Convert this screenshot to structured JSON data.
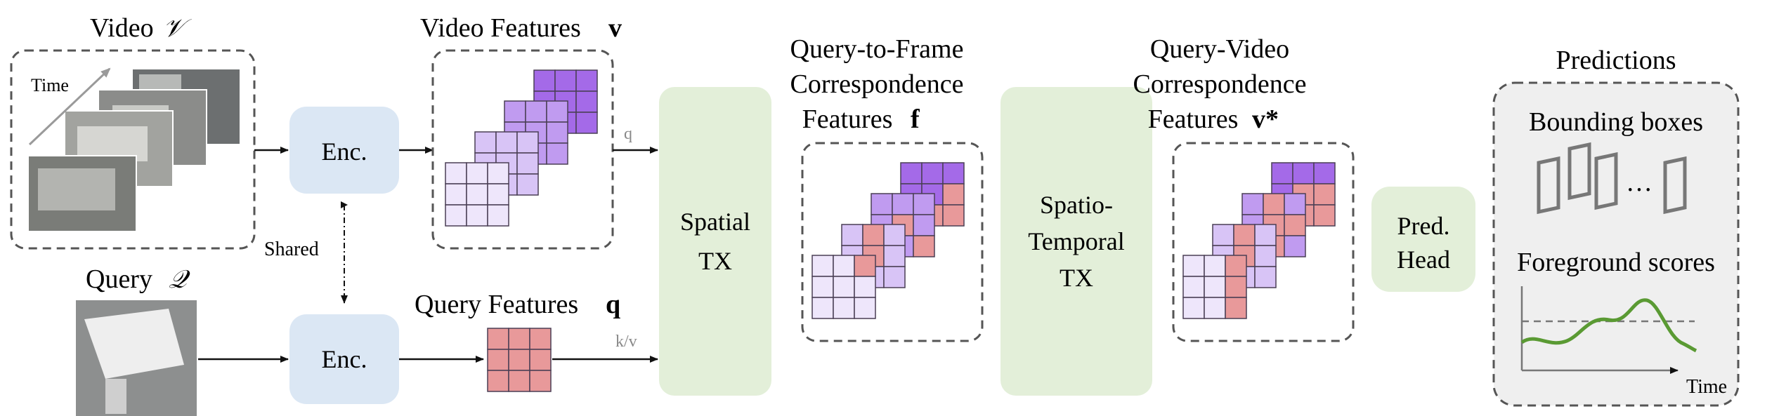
{
  "input": {
    "video_label": "Video",
    "video_symbol": "𝒱",
    "time_label": "Time",
    "query_label": "Query",
    "query_symbol": "𝒬",
    "shared_label": "Shared"
  },
  "encoder": {
    "label": "Enc."
  },
  "features": {
    "video_features_label": "Video Features",
    "video_features_symbol": "v",
    "query_features_label": "Query Features",
    "query_features_symbol": "q",
    "q_edge": "q",
    "kv_edge": "k/v"
  },
  "spatial_tx": {
    "line1": "Spatial",
    "line2": "TX"
  },
  "qf_features": {
    "line1": "Query-to-Frame",
    "line2": "Correspondence",
    "line3": "Features",
    "symbol": "f"
  },
  "spatio_temporal_tx": {
    "line1": "Spatio-",
    "line2": "Temporal",
    "line3": "TX"
  },
  "qv_features": {
    "line1": "Query-Video",
    "line2": "Correspondence",
    "line3": "Features",
    "symbol": "v*"
  },
  "pred_head": {
    "line1": "Pred.",
    "line2": "Head"
  },
  "predictions": {
    "title": "Predictions",
    "bbox_label": "Bounding boxes",
    "ellipsis": "…",
    "fg_label": "Foreground scores",
    "time_axis_label": "Time"
  },
  "colors": {
    "encoder_fill": "#dbe7f4",
    "tx_fill": "#e3efd9",
    "video_feature_front": "#eee6fb",
    "video_feature_back": "#a46ae8",
    "query_feature": "#e8999a",
    "score_line": "#5a9a33",
    "predictions_bg": "#efefef"
  }
}
